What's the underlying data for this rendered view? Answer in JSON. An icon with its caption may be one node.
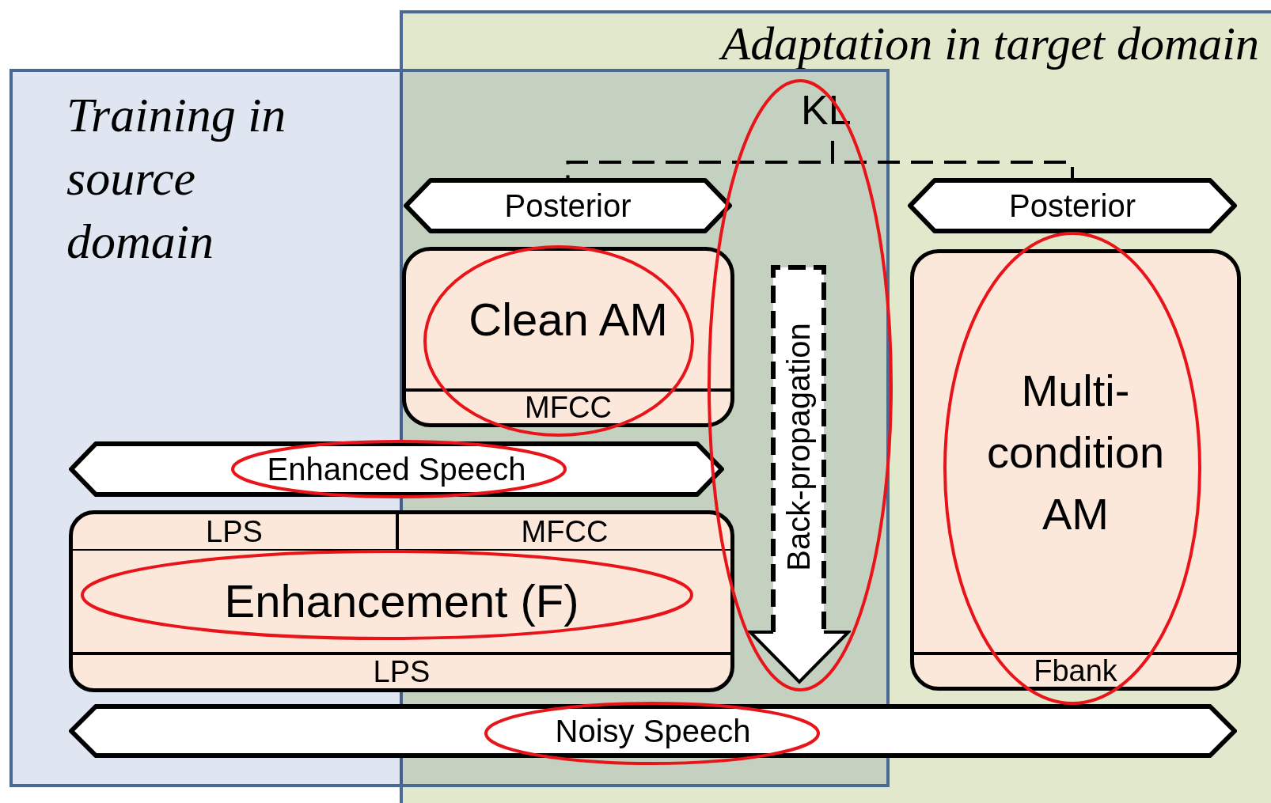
{
  "diagram": {
    "nodes": [
      {
        "text": [
          "Adaptation in target domain"
        ]
      },
      {
        "text": [
          "Training in source domain"
        ]
      },
      {
        "text": [
          "Posterior"
        ]
      },
      {
        "text": [
          "Clean AM",
          "MFCC"
        ]
      },
      {
        "text": [
          "Enhanced Speech"
        ],
        "in": 1
      },
      {
        "text": [
          "LPS",
          "MFCC",
          "Enhancement (F)",
          "LPS"
        ],
        "in": 1
      },
      {
        "text": [
          "Noisy Speech"
        ]
      },
      {
        "text": [
          "Posterior"
        ],
        "in": 0
      },
      {
        "text": [
          "Multi-condition AM",
          "Fbank"
        ],
        "in": 0
      },
      {
        "text": [
          "Back-propagation"
        ]
      },
      {
        "text": [
          "KL"
        ]
      }
    ],
    "edges": [
      {
        "from": 10,
        "to": 2,
        "arrow": "none",
        "style": "dashed"
      },
      {
        "from": 10,
        "to": 7,
        "arrow": "none",
        "style": "dashed"
      }
    ]
  }
}
